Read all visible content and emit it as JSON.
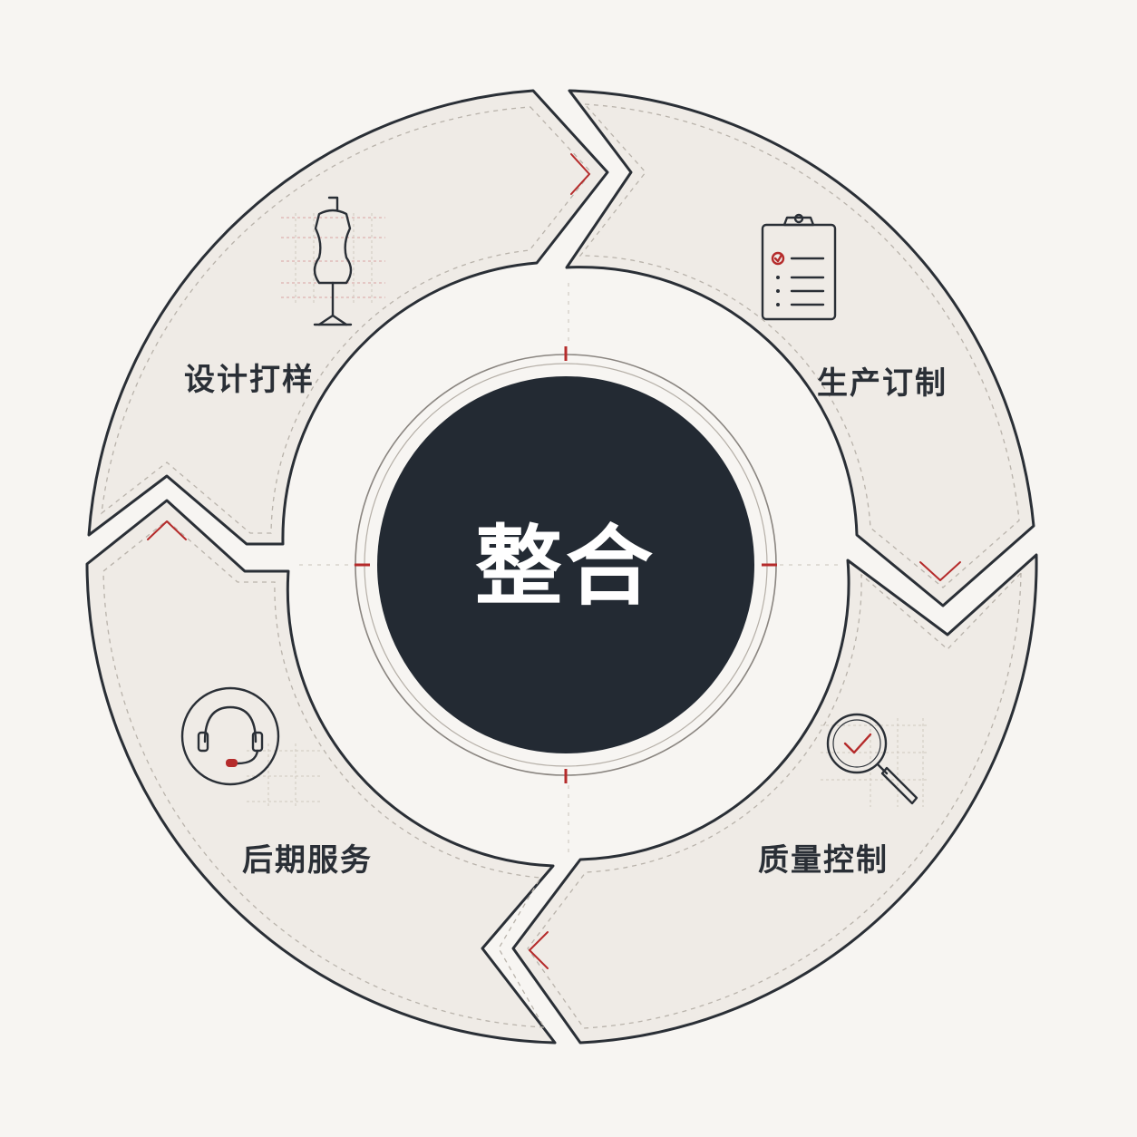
{
  "center": {
    "label": "整合"
  },
  "stages": [
    {
      "label": "设计打样",
      "icon": "dress-form-icon"
    },
    {
      "label": "生产订制",
      "icon": "clipboard-checklist-icon"
    },
    {
      "label": "质量控制",
      "icon": "magnifier-check-icon"
    },
    {
      "label": "后期服务",
      "icon": "headset-icon"
    }
  ],
  "colors": {
    "background": "#f7f5f2",
    "segment_fill": "#efebe6",
    "outline": "#2a2f36",
    "accent_red": "#b52b2b",
    "center_fill": "#232a33",
    "center_text": "#ffffff"
  }
}
